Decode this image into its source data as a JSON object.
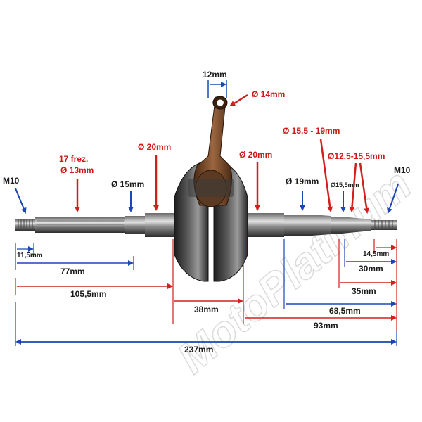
{
  "watermark": {
    "text": "MotoPlatinum"
  },
  "colors": {
    "red": "#d31e1e",
    "blue": "#1b45b8",
    "shaft_dark": "#2b2b2b",
    "rod_brown": "#7a4a2a"
  },
  "labels": {
    "top_left_thread": "M10",
    "top_right_thread": "M10",
    "spline_line1": "17 frez.",
    "spline_line2": "Ø 13mm",
    "left_journal": "Ø 15mm",
    "left_bearing": "Ø 20mm",
    "rod_pin": "Ø 14mm",
    "rod_width": "12mm",
    "right_bearing": "Ø 20mm",
    "right_seat": "Ø 19mm",
    "taper_range": "Ø 15,5 - 19mm",
    "taper_small": "Ø15,5mm",
    "cone_range": "Ø12,5-15,5mm"
  },
  "dimensions": {
    "d_11_5": "11,5mm",
    "d_77": "77mm",
    "d_105_5": "105,5mm",
    "d_38": "38mm",
    "d_93": "93mm",
    "d_68_5": "68,5mm",
    "d_35": "35mm",
    "d_30": "30mm",
    "d_14_5": "14,5mm",
    "d_237": "237mm"
  }
}
